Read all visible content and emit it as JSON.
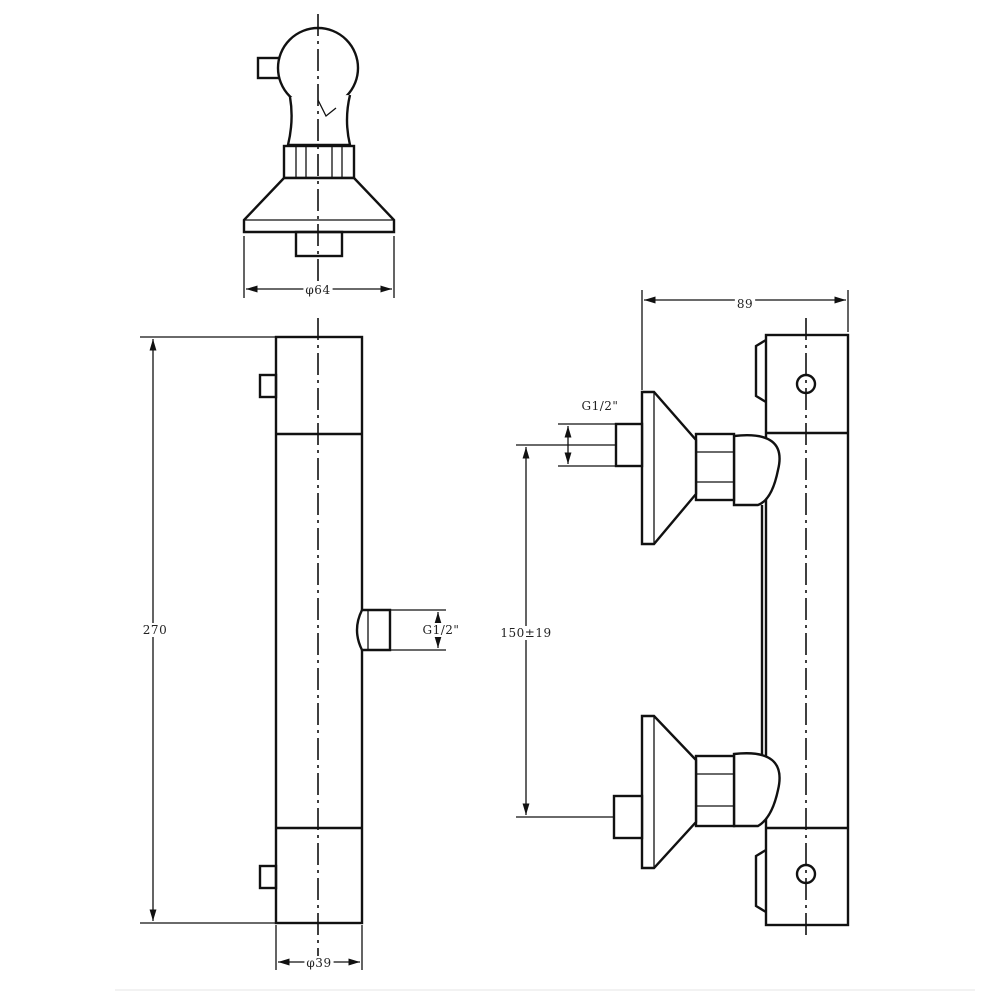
{
  "dimensions": {
    "top_diameter": "φ64",
    "right_width": "89",
    "inlet_thread": "G1/2\"",
    "height": "270",
    "outlet_thread": "G1/2\"",
    "centers": "150±19",
    "bar_diameter": "φ39"
  }
}
